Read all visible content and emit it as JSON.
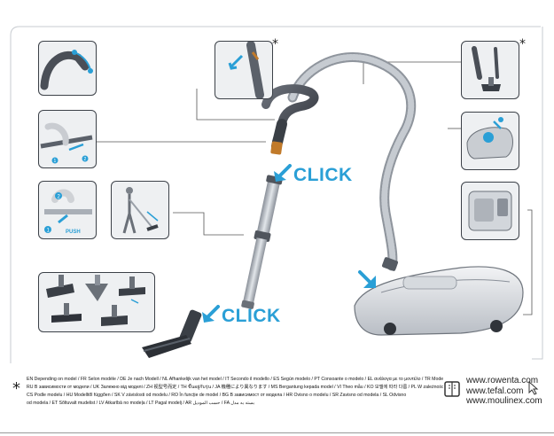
{
  "annotations": {
    "optional_marker": "*",
    "click_top": "CLICK",
    "click_bottom": "CLICK",
    "push_label": "PUSH",
    "step_1": "1",
    "step_2": "2"
  },
  "footer": {
    "marker": "*",
    "lines": [
      "EN Depending on model / FR Selon modèle / DE Je nach Modell / NL Afhankelijk van het model / IT Secondo il modello / ES Según modelo / PT Consoante o modelo / EL ανάλογα με το μοντέλο / TR Modele göre /",
      "RU В зависимости от модели / UK Залежно від моделі / ZH 视型号而定 / TH ขึ้นอยู่กับรุ่น / JA 機種により異なります / MS Bergantung kepada model / VI Theo mẫu / KO 모델에 따라 다름 / PL W zależności od typu /",
      "CS Podle modelu / HU Modelltől függően / SK V závislosti od modelu / RO În funcție de model / BG В зависимост от модела / HR Ovisno o modelu / SR Zavisno od modela / SL Odvisno",
      "od modela / ET Sõltuvalt mudelist / LV Atkarībā no modeļa / LT Pagal modelį / AR حسب الموديل / FA بسته به مدل"
    ]
  },
  "websites": [
    "www.rowenta.com",
    "www.tefal.com",
    "www.moulinex.com"
  ],
  "icons": [
    "book-icon",
    "cursor-icon",
    "star-marker-icon",
    "click-arrow-icon"
  ],
  "colors": {
    "accent_blue": "#2a9fd6",
    "panel_bg": "#eef0f2",
    "panel_border": "#3c4148",
    "hose_grey": "#9aa0a8",
    "tube_grey": "#b8bec6"
  }
}
